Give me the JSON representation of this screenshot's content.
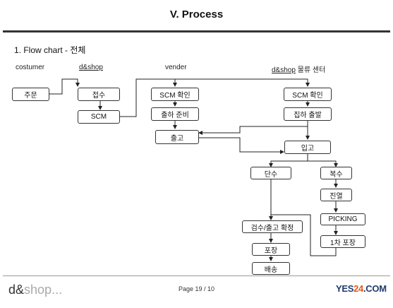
{
  "header": {
    "title": "V.   Process",
    "subtitle": "1.  Flow chart - 전체"
  },
  "columns": {
    "customer": "costumer",
    "dshop": "d&shop",
    "vender": "vender",
    "center": {
      "underlined": "d&shop",
      "rest": " 물류 센터"
    }
  },
  "nodes": {
    "order": "주문",
    "accept": "접수",
    "scm1": "SCM",
    "scm_check_vendor": "SCM 확인",
    "ship_prep": "출하 준비",
    "release": "출고",
    "scm_check_center": "SCM 확인",
    "pickup_depart": "집하 출발",
    "receive": "입고",
    "single": "단수",
    "multiple": "복수",
    "display": "진열",
    "picking": "PICKING",
    "first_pack": "1차 포장",
    "inspect_confirm": "검수/출고 확정",
    "pack": "포장",
    "delivery": "배송"
  },
  "footer": {
    "brand_main": "d&",
    "brand_light": "shop...",
    "page": "Page 19 / 10",
    "logo_a": "YES",
    "logo_b": "24",
    "logo_c": ".COM"
  }
}
